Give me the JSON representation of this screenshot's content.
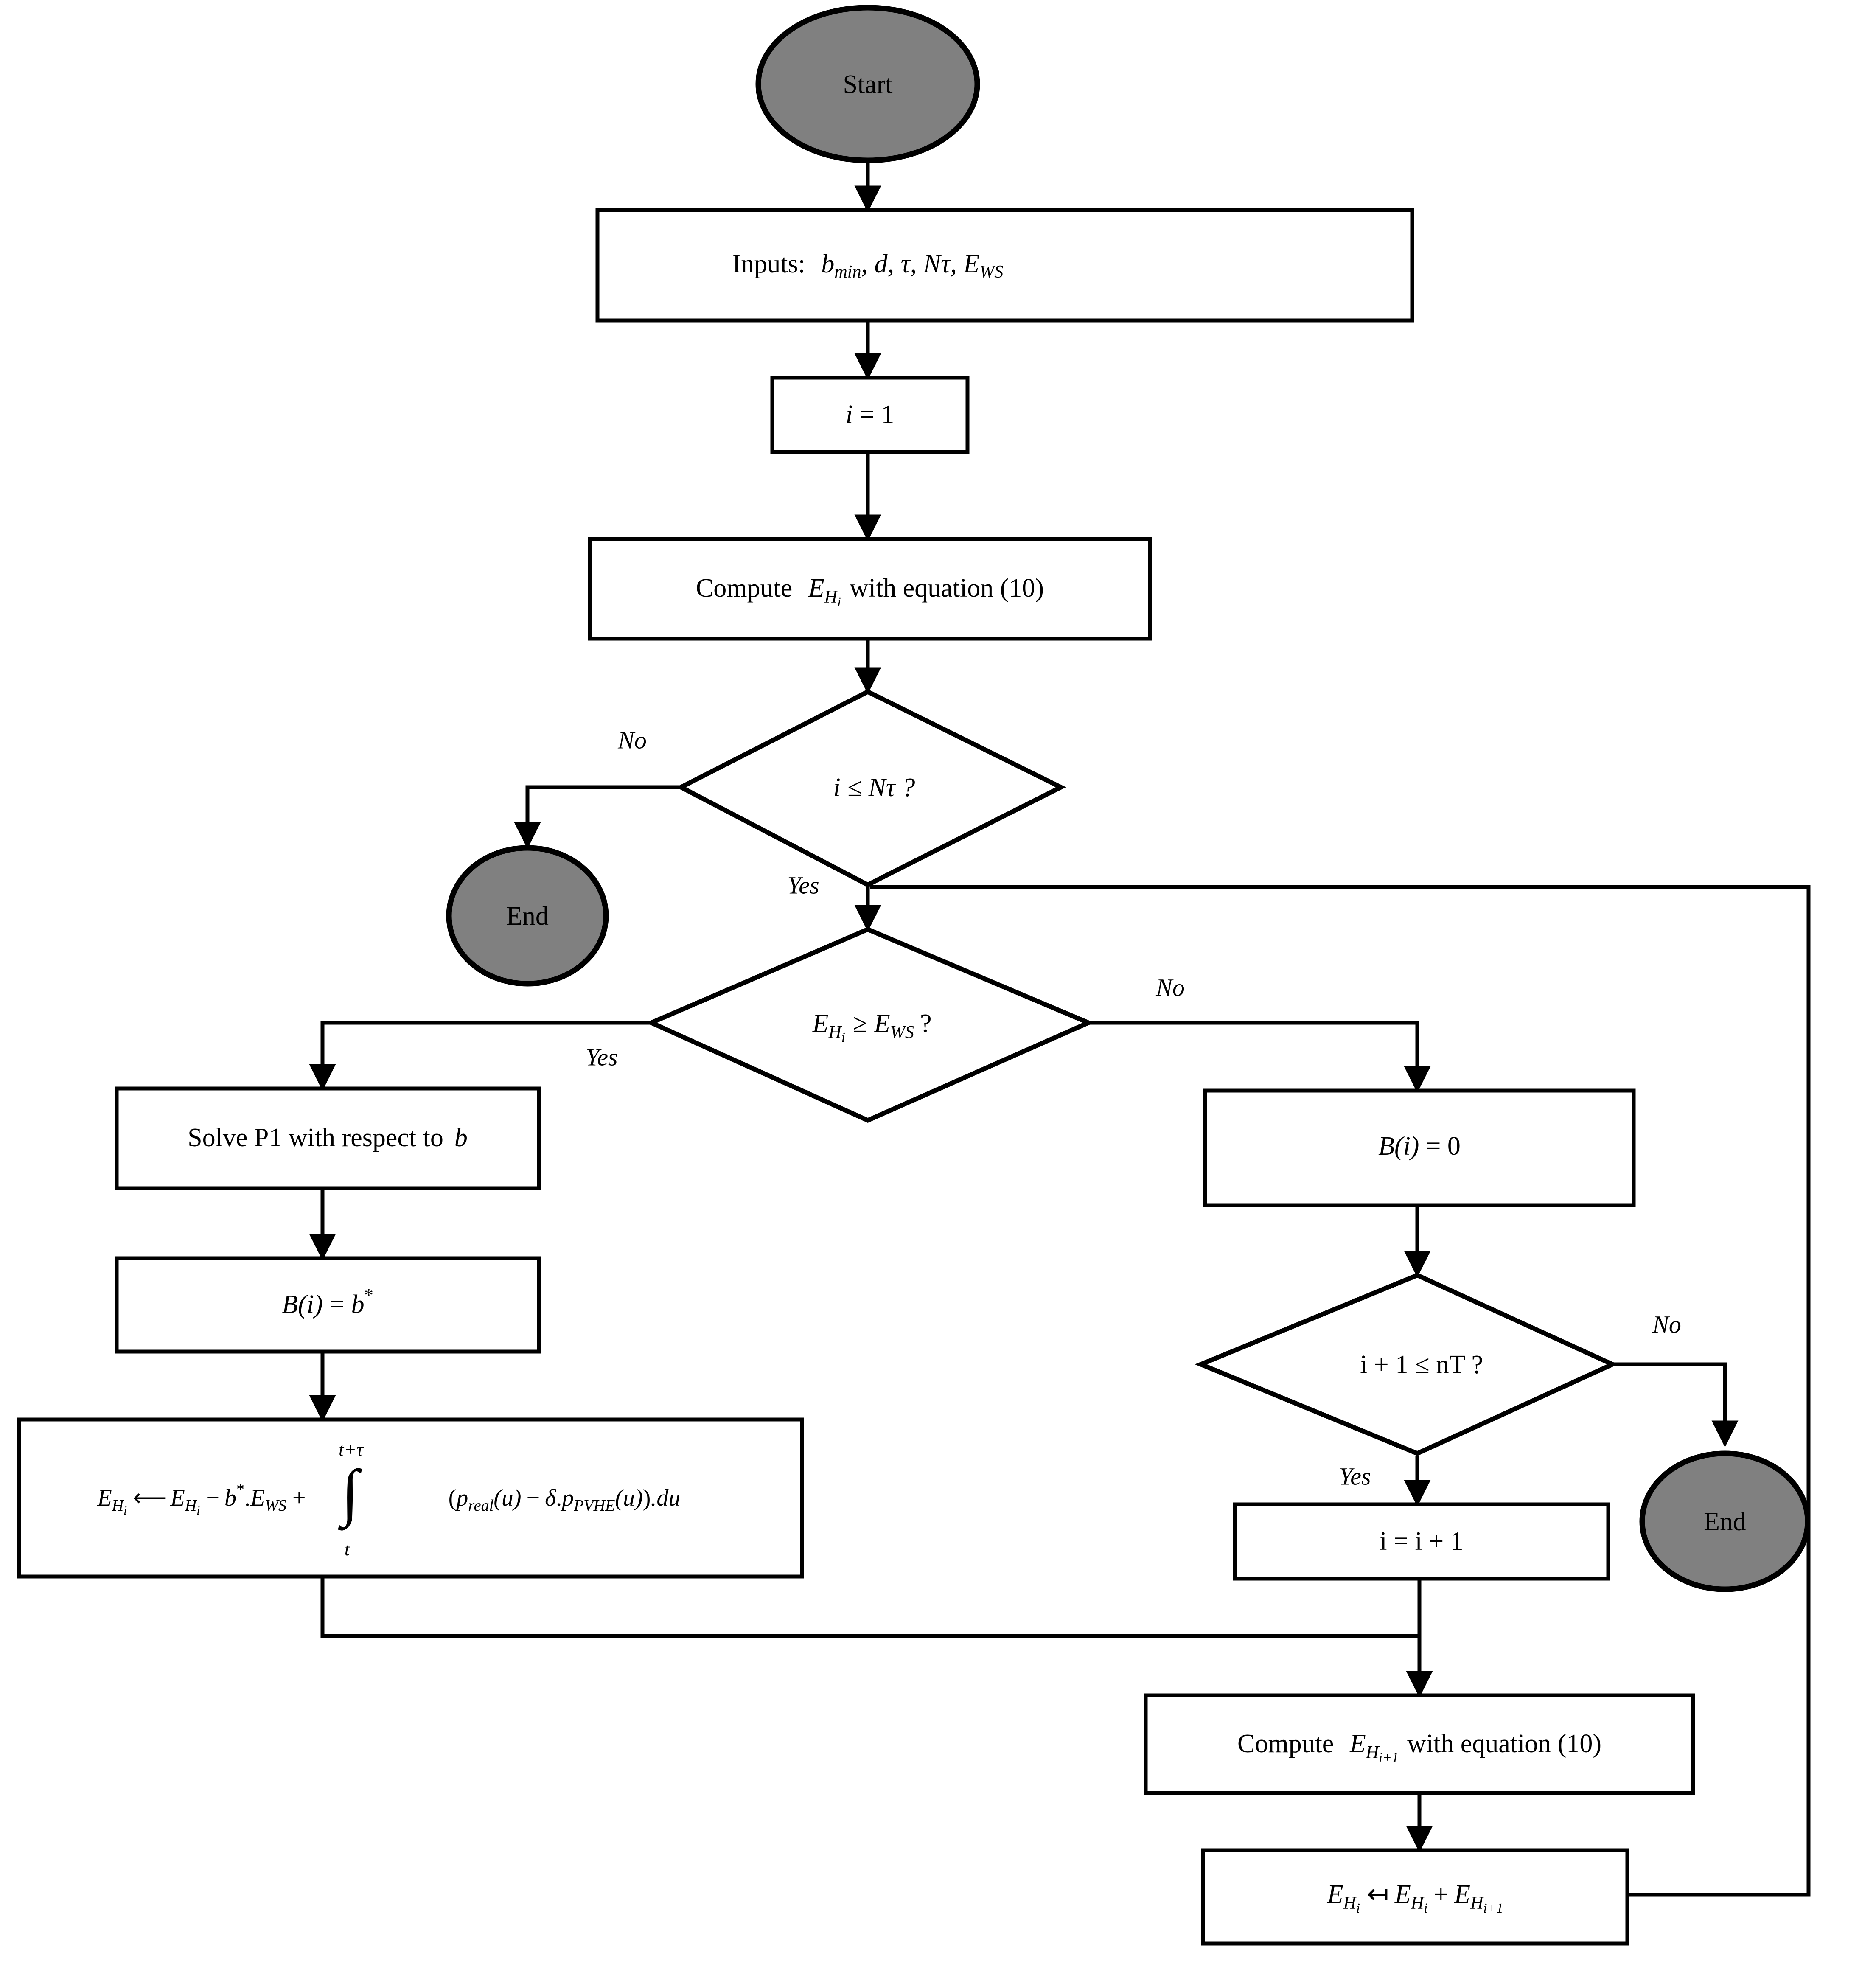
{
  "diagram": {
    "title": "Energy management algorithm flowchart",
    "style": {
      "terminator_fill": "#808080",
      "node_stroke": "#000000",
      "node_fill": "#ffffff",
      "background": "#ffffff",
      "stroke_width": 8
    },
    "nodes": [
      {
        "id": "start",
        "shape": "ellipse",
        "label": "Start"
      },
      {
        "id": "inputs",
        "shape": "rect",
        "label": "Inputs:  b_min, d, τ, Nτ, E_WS"
      },
      {
        "id": "init",
        "shape": "rect",
        "label": "i = 1"
      },
      {
        "id": "computeEHi",
        "shape": "rect",
        "label": "Compute  E_Hi  with equation (10)"
      },
      {
        "id": "decNtau",
        "shape": "diamond",
        "label": "i ≤ Nτ ?"
      },
      {
        "id": "end1",
        "shape": "ellipse",
        "label": "End"
      },
      {
        "id": "decEws",
        "shape": "diamond",
        "label": "E_Hi ≥ E_WS ?"
      },
      {
        "id": "solveP1",
        "shape": "rect",
        "label": "Solve P1 with respect to  b"
      },
      {
        "id": "bistar",
        "shape": "rect",
        "label": "B(i) = b*"
      },
      {
        "id": "update",
        "shape": "rect",
        "label": "E_Hi ⟵ E_Hi − b*.E_WS + ∫_t^{t+τ} (p_real(u) − δ.p_PVHE(u)).du"
      },
      {
        "id": "bzero",
        "shape": "rect",
        "label": "B(i) = 0"
      },
      {
        "id": "decNT",
        "shape": "diamond",
        "label": "i + 1 ≤ nT ?"
      },
      {
        "id": "incr",
        "shape": "rect",
        "label": "i = i + 1"
      },
      {
        "id": "end2",
        "shape": "ellipse",
        "label": "End"
      },
      {
        "id": "computeEHi1",
        "shape": "rect",
        "label": "Compute  E_Hi+1  with equation (10)"
      },
      {
        "id": "accum",
        "shape": "rect",
        "label": "E_Hi ↤ E_Hi + E_Hi+1"
      }
    ],
    "edge_labels": {
      "ntau_no": "No",
      "ntau_yes": "Yes",
      "ews_yes": "Yes",
      "ews_no": "No",
      "nt_no": "No",
      "nt_yes": "Yes"
    },
    "text": {
      "start": "Start",
      "end1": "End",
      "end2": "End",
      "inputs_prefix": "Inputs:",
      "inputs_b": "b",
      "inputs_bsub": "min",
      "inputs_rest": ", d, τ, Nτ, E",
      "inputs_ews": "WS",
      "init_i": "i",
      "init_eq": "= 1",
      "compute_word": "Compute",
      "compute_E": "E",
      "compute_H": "H",
      "compute_i": "i",
      "compute_i1": "i+1",
      "compute_tail": "with equation (10)",
      "dec_ntau_i": "i",
      "dec_ntau_rest": "≤ Nτ ?",
      "dec_ews_ge": "≥",
      "dec_ews_q": "?",
      "dec_ews_E": "E",
      "dec_ews_H": "H",
      "dec_ews_i": "i",
      "dec_ews_W": "WS",
      "solveP1": "Solve P1 with respect to",
      "solveP1_b": "b",
      "bistar_B": "B",
      "bistar_i": "(i)",
      "bistar_eq": "=",
      "bistar_b": "b",
      "bistar_star": "*",
      "bzero_B": "B",
      "bzero_i": "(i)",
      "bzero_eq": "= 0",
      "dec_nt": "i + 1 ≤ nT ?",
      "incr": "i = i + 1",
      "accum_E": "E",
      "accum_H": "H",
      "accum_i": "i",
      "accum_arrow": "↤",
      "accum_plus": "+",
      "accum_i1": "i+1",
      "update_arrow": "⟵",
      "update_minus": "−",
      "update_plus": "+",
      "update_int": "∫",
      "update_int_top": "t+τ",
      "update_int_bot": "t",
      "update_b": "b",
      "update_star": "*",
      "update_dot": ".",
      "update_E": "E",
      "update_WS": "WS",
      "update_H": "H",
      "update_i": "i",
      "update_popen": "(",
      "update_p": "p",
      "update_real": "real",
      "update_u": "(u)",
      "update_delta": "δ",
      "update_pvhe": "PVHE",
      "update_pclose": ")",
      "update_du": ".du"
    }
  }
}
